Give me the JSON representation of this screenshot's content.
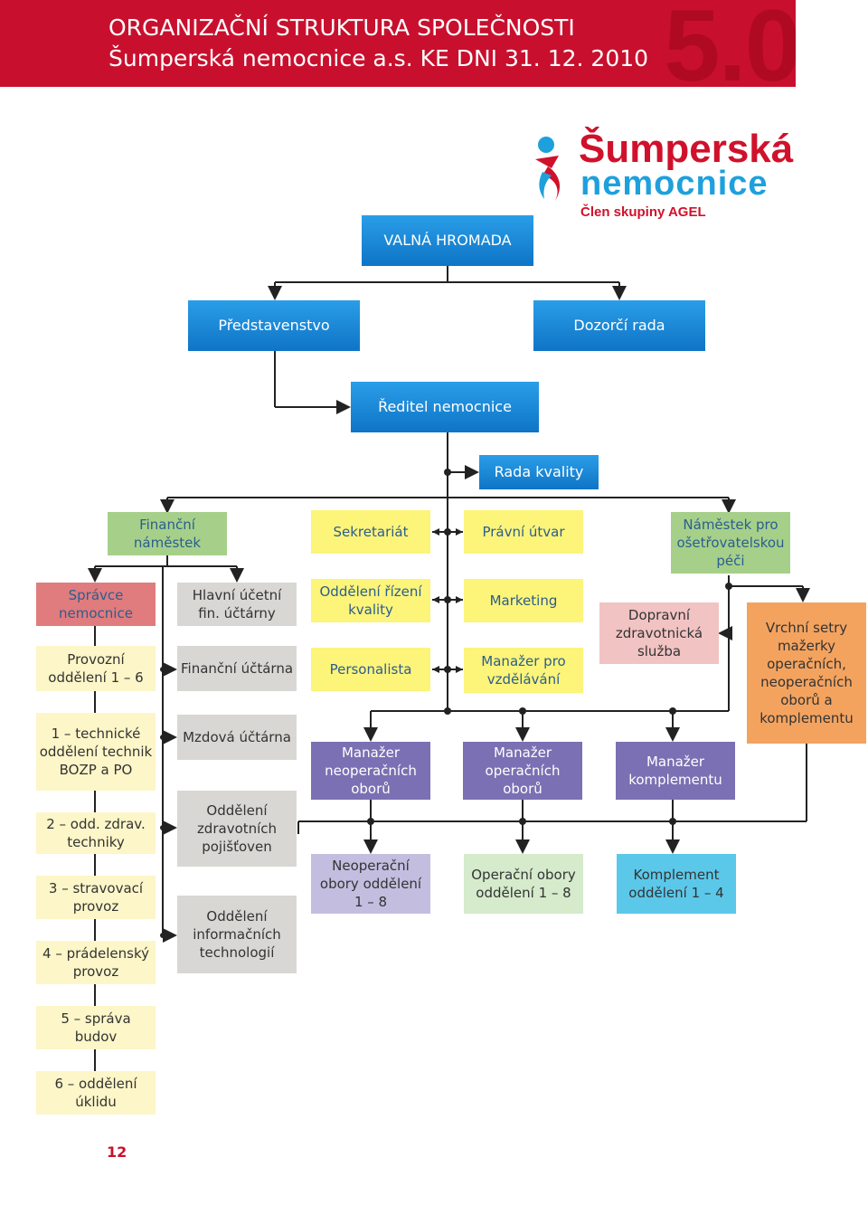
{
  "header": {
    "title_line1": "ORGANIZAČNÍ STRUKTURA SPOLEČNOSTI",
    "title_line2": "Šumperská nemocnice a.s. KE DNI 31. 12. 2010",
    "section_number": "5.0"
  },
  "logo": {
    "line1": "Šumperská",
    "line2": "nemocnice",
    "line3": "Člen skupiny AGEL"
  },
  "nodes": {
    "valna_hromada": "VALNÁ HROMADA",
    "predstavenstvo": "Představenstvo",
    "dozorci_rada": "Dozorčí rada",
    "reditel": "Ředitel nemocnice",
    "rada_kvality": "Rada kvality",
    "financni_namestek": "Finanční náměstek",
    "sekretariat": "Sekretariát",
    "pravni_utvar": "Právní útvar",
    "namestek_osetrovatelske": "Náměstek pro ošetřovatelskou péči",
    "spravce_nemocnice": "Správce nemocnice",
    "provozni_oddeleni": "Provozní oddělení 1 – 6",
    "technicke_oddeleni": "1 – technické oddělení technik BOZP a PO",
    "odd_zdrav_techniky": "2 – odd. zdrav. techniky",
    "stravovaci_provoz": "3 – stravovací provoz",
    "pradelensky_provoz": "4 – prádelenský provoz",
    "sprava_budov": "5 – správa budov",
    "oddeleni_uklidu": "6 – oddělení úklidu",
    "hlavni_ucetni": "Hlavní účetní fin. účtárny",
    "financni_uctarna": "Finanční účtárna",
    "mzdova_uctarna": "Mzdová účtárna",
    "zdravotni_pojistovny": "Oddělení zdravotních pojišťoven",
    "informacni_technologie": "Oddělení informačních technologií",
    "rizeni_kvality": "Oddělení řízení kvality",
    "personalista": "Personalista",
    "marketing": "Marketing",
    "manazer_vzdelavani": "Manažer pro vzdělávání",
    "manazer_neoperacnich": "Manažer neoperačních oborů",
    "manazer_operacnich": "Manažer operačních oborů",
    "manazer_komplementu": "Manažer komplementu",
    "dopravni_sluzba": "Dopravní zdravotnická služba",
    "vrchni_sestry": "Vrchní setry mažerky operačních, neoperačních oborů a komplementu",
    "neoperacni_obory": "Neoperační obory oddělení 1 – 8",
    "operacni_obory": "Operační obory oddělení 1 – 8",
    "komplement_oddeleni": "Komplement oddělení 1 – 4"
  },
  "page_number": "12",
  "colors": {
    "brand_red": "#c8102e",
    "blue": "#1a86d4",
    "green": "#a6d08a",
    "yellow": "#fdf47a",
    "purple": "#7b70b3",
    "orange": "#f4a35f",
    "cyan": "#5bc8ea"
  }
}
